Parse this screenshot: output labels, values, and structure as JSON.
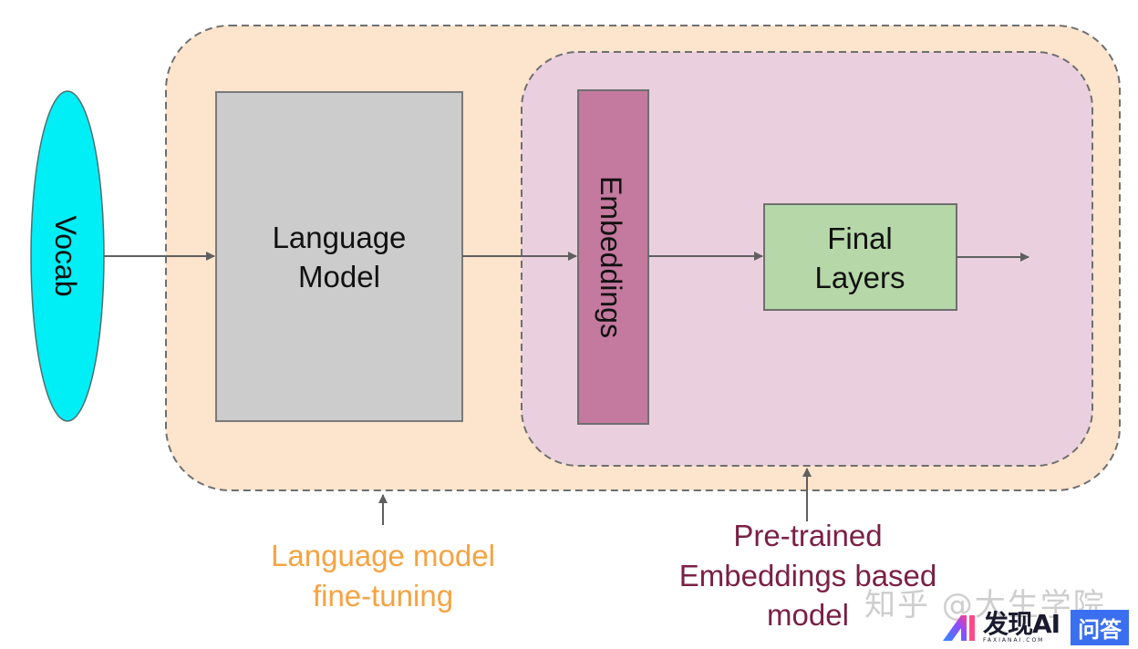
{
  "diagram": {
    "nodes": {
      "vocab": {
        "label": "Vocab",
        "fill": "#00eef5"
      },
      "language_model": {
        "line1": "Language",
        "line2": "Model",
        "fill": "#cccccc"
      },
      "embeddings": {
        "label": "Embeddings",
        "fill": "#c4799e"
      },
      "final_layers": {
        "line1": "Final",
        "line2": "Layers",
        "fill": "#b6d7a8"
      }
    },
    "groups": {
      "outer": {
        "fill": "#fde4cc",
        "name": "Language model fine-tuning"
      },
      "inner": {
        "fill": "#ead0de",
        "name": "Pre-trained Embeddings based model"
      }
    },
    "annotations": {
      "lm_finetuning": {
        "line1": "Language model",
        "line2": "fine-tuning",
        "color": "#f5a342"
      },
      "pretrained": {
        "line1": "Pre-trained",
        "line2": "Embeddings based",
        "line3": "model",
        "color": "#7a1f45"
      }
    },
    "edges": [
      {
        "from": "vocab",
        "to": "language_model"
      },
      {
        "from": "language_model",
        "to": "embeddings"
      },
      {
        "from": "embeddings",
        "to": "final_layers"
      },
      {
        "from": "final_layers",
        "to": "output"
      }
    ]
  },
  "watermark": {
    "text": "知乎 @大生学院",
    "brand_name": "发现AI",
    "brand_domain": "FAXIANAI.COM",
    "brand_badge": "问答"
  }
}
